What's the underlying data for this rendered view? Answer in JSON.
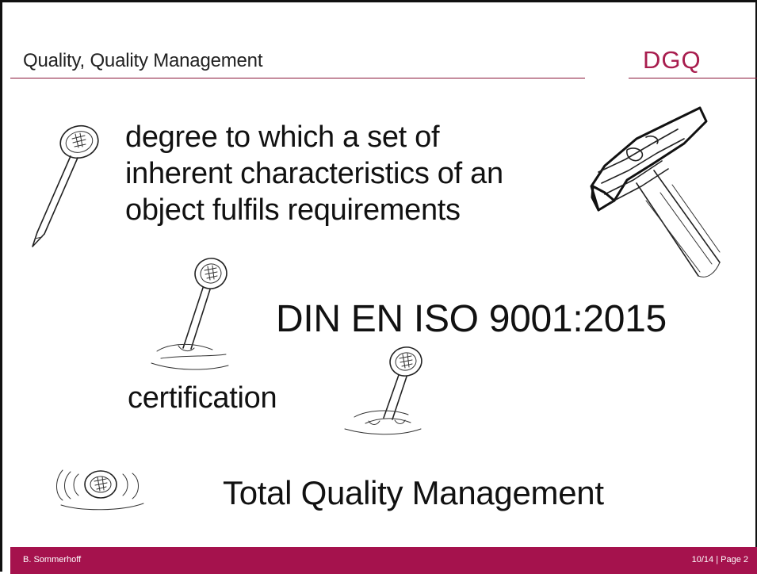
{
  "slide": {
    "title": "Quality, Quality Management",
    "logo_text": "DGQ",
    "definition_lines": [
      "degree to which a set of",
      "inherent characteristics of an",
      "object fulfils requirements"
    ],
    "standard": "DIN EN ISO 9001:2015",
    "certification": "certification",
    "tqm": "Total Quality Management"
  },
  "footer": {
    "author": "B. Sommerhoff",
    "page": "10/14  |  Page 2"
  },
  "colors": {
    "brand": "#a5124d",
    "logo": "#a81d4e",
    "rule": "#8a1538"
  },
  "icons": [
    "nail-icon",
    "hammer-icon"
  ]
}
